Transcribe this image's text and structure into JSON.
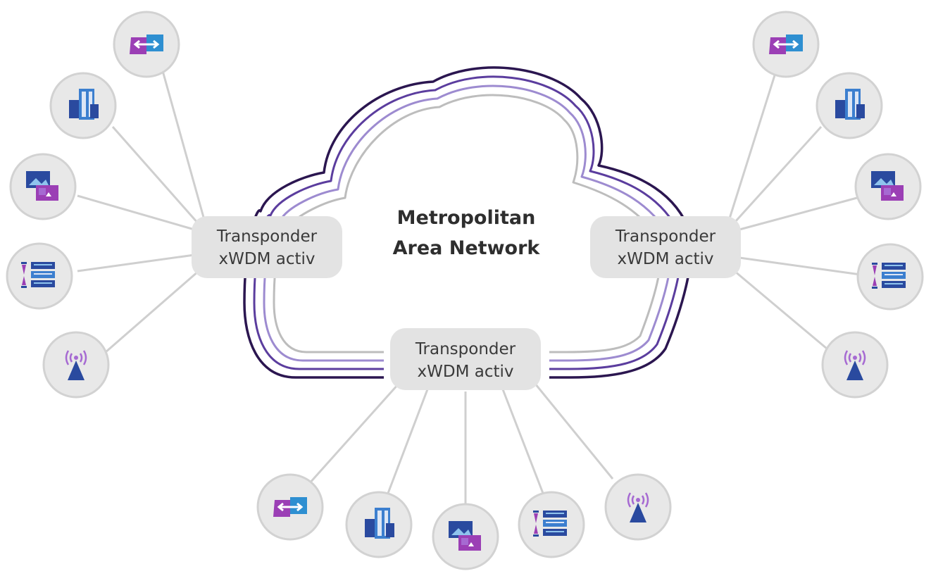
{
  "cloud": {
    "title_line1": "Metropolitan",
    "title_line2": "Area Network",
    "ring_colors": [
      "#2b1650",
      "#5b3d9e",
      "#9d8bd0",
      "#bdbdbd"
    ]
  },
  "transponders": {
    "left": {
      "line1": "Transponder",
      "line2": "xWDM activ"
    },
    "right": {
      "line1": "Transponder",
      "line2": "xWDM activ"
    },
    "bottom": {
      "line1": "Transponder",
      "line2": "xWDM activ"
    }
  },
  "colors": {
    "purple": "#9b3fb5",
    "blue": "#2e8fd1",
    "navy": "#2a4a9f",
    "lilac": "#a66ad2",
    "node_bg": "#e8e8e8",
    "link": "#cfcfcf"
  },
  "endpoint_icons": {
    "left": [
      "switch-icon",
      "server-icon",
      "monitor-icon",
      "storage-icon",
      "antenna-icon"
    ],
    "right": [
      "switch-icon",
      "server-icon",
      "monitor-icon",
      "storage-icon",
      "antenna-icon"
    ],
    "bottom": [
      "switch-icon",
      "server-icon",
      "monitor-icon",
      "storage-icon",
      "antenna-icon"
    ]
  }
}
